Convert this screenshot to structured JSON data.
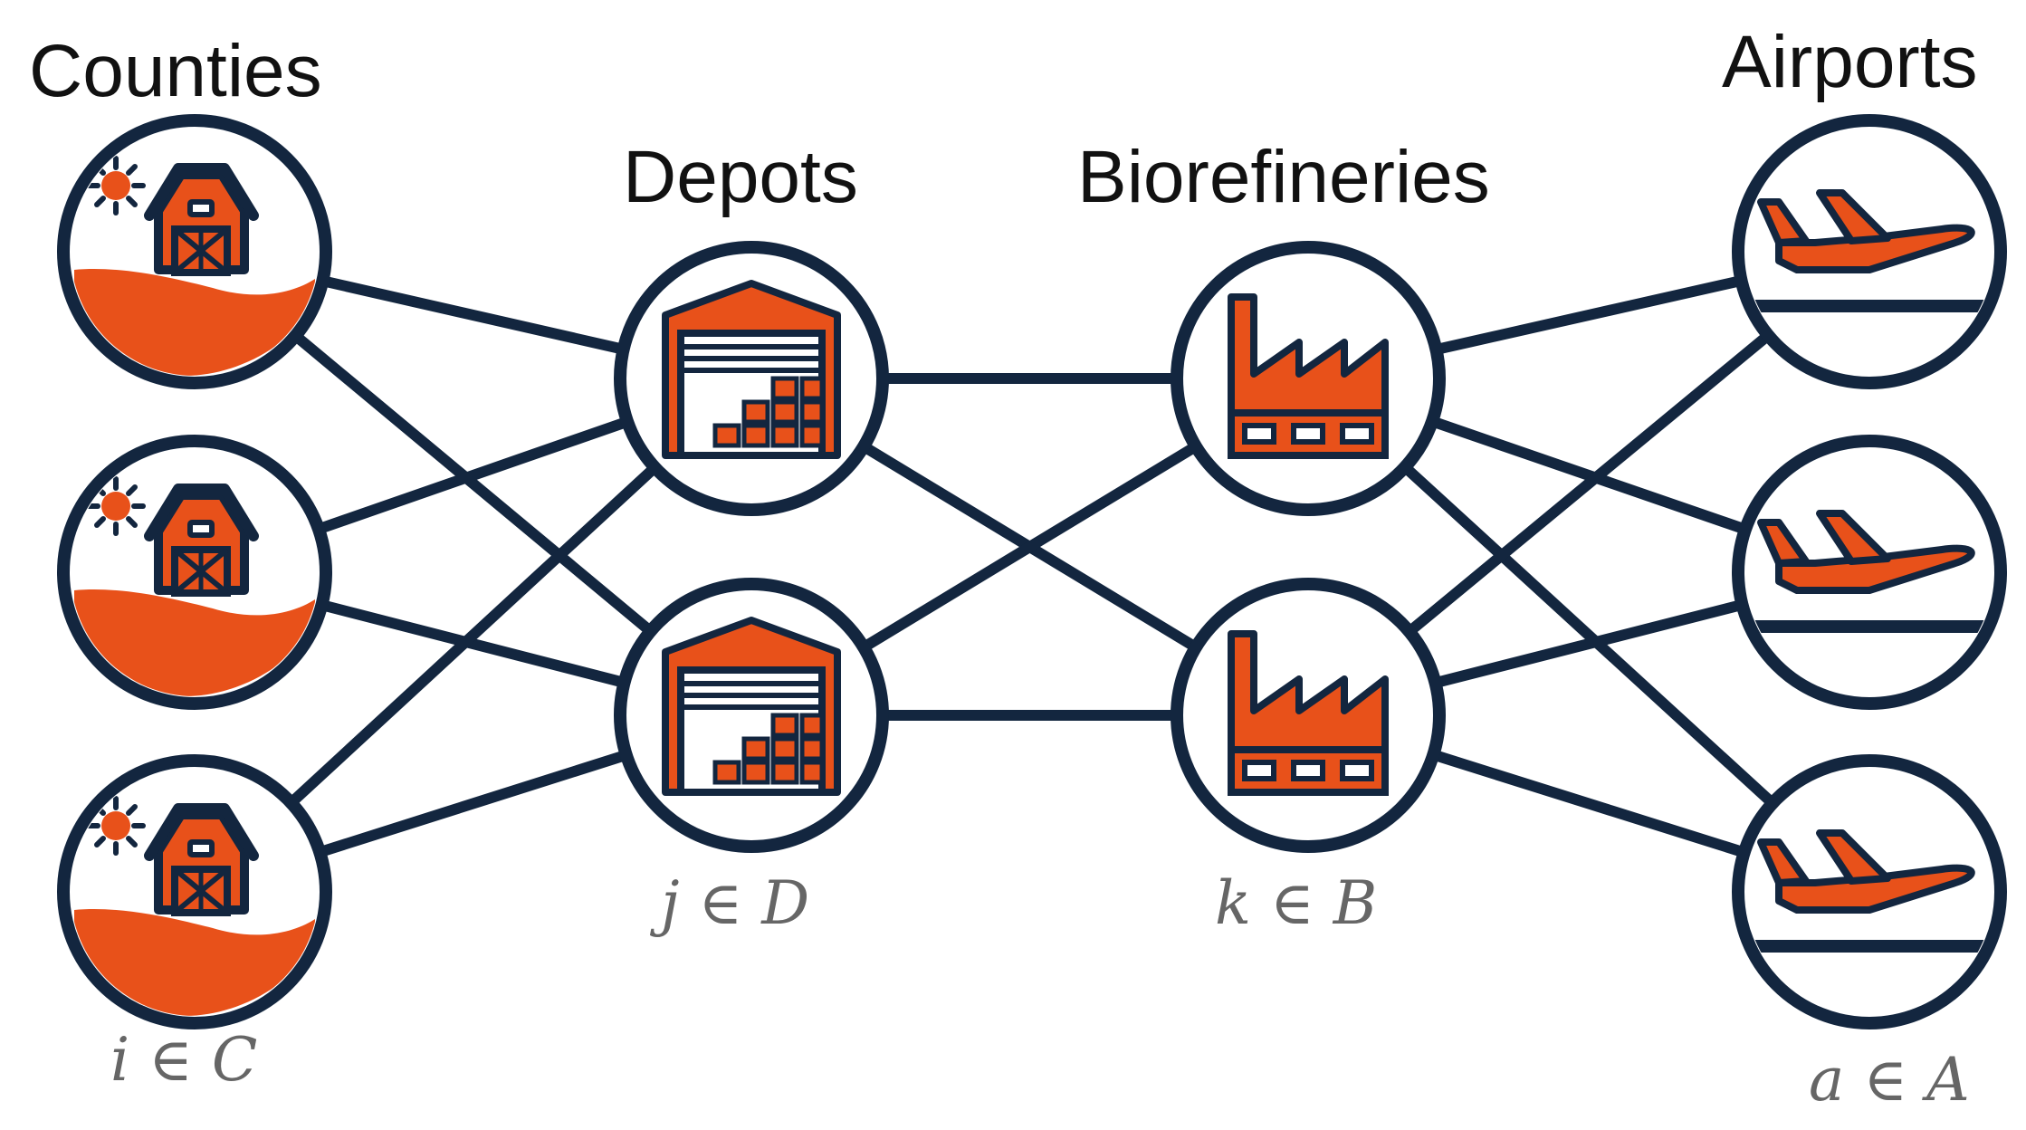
{
  "colors": {
    "navy": "#13263f",
    "orange": "#e8511a",
    "label_gray": "#666666",
    "title_black": "#111111"
  },
  "tiers": [
    {
      "id": "counties",
      "title": "Counties",
      "index_label": "i ∈ C",
      "icon": "farm-barn-icon",
      "count": 3
    },
    {
      "id": "depots",
      "title": "Depots",
      "index_label": "j ∈ D",
      "icon": "warehouse-icon",
      "count": 2
    },
    {
      "id": "biorefineries",
      "title": "Biorefineries",
      "index_label": "k ∈ B",
      "icon": "factory-icon",
      "count": 2
    },
    {
      "id": "airports",
      "title": "Airports",
      "index_label": "a ∈ A",
      "icon": "airplane-icon",
      "count": 3
    }
  ],
  "edges": [
    {
      "from": "counties",
      "to": "depots",
      "pattern": "all-to-all"
    },
    {
      "from": "depots",
      "to": "biorefineries",
      "pattern": "all-to-all"
    },
    {
      "from": "biorefineries",
      "to": "airports",
      "pattern": "all-to-all"
    }
  ]
}
